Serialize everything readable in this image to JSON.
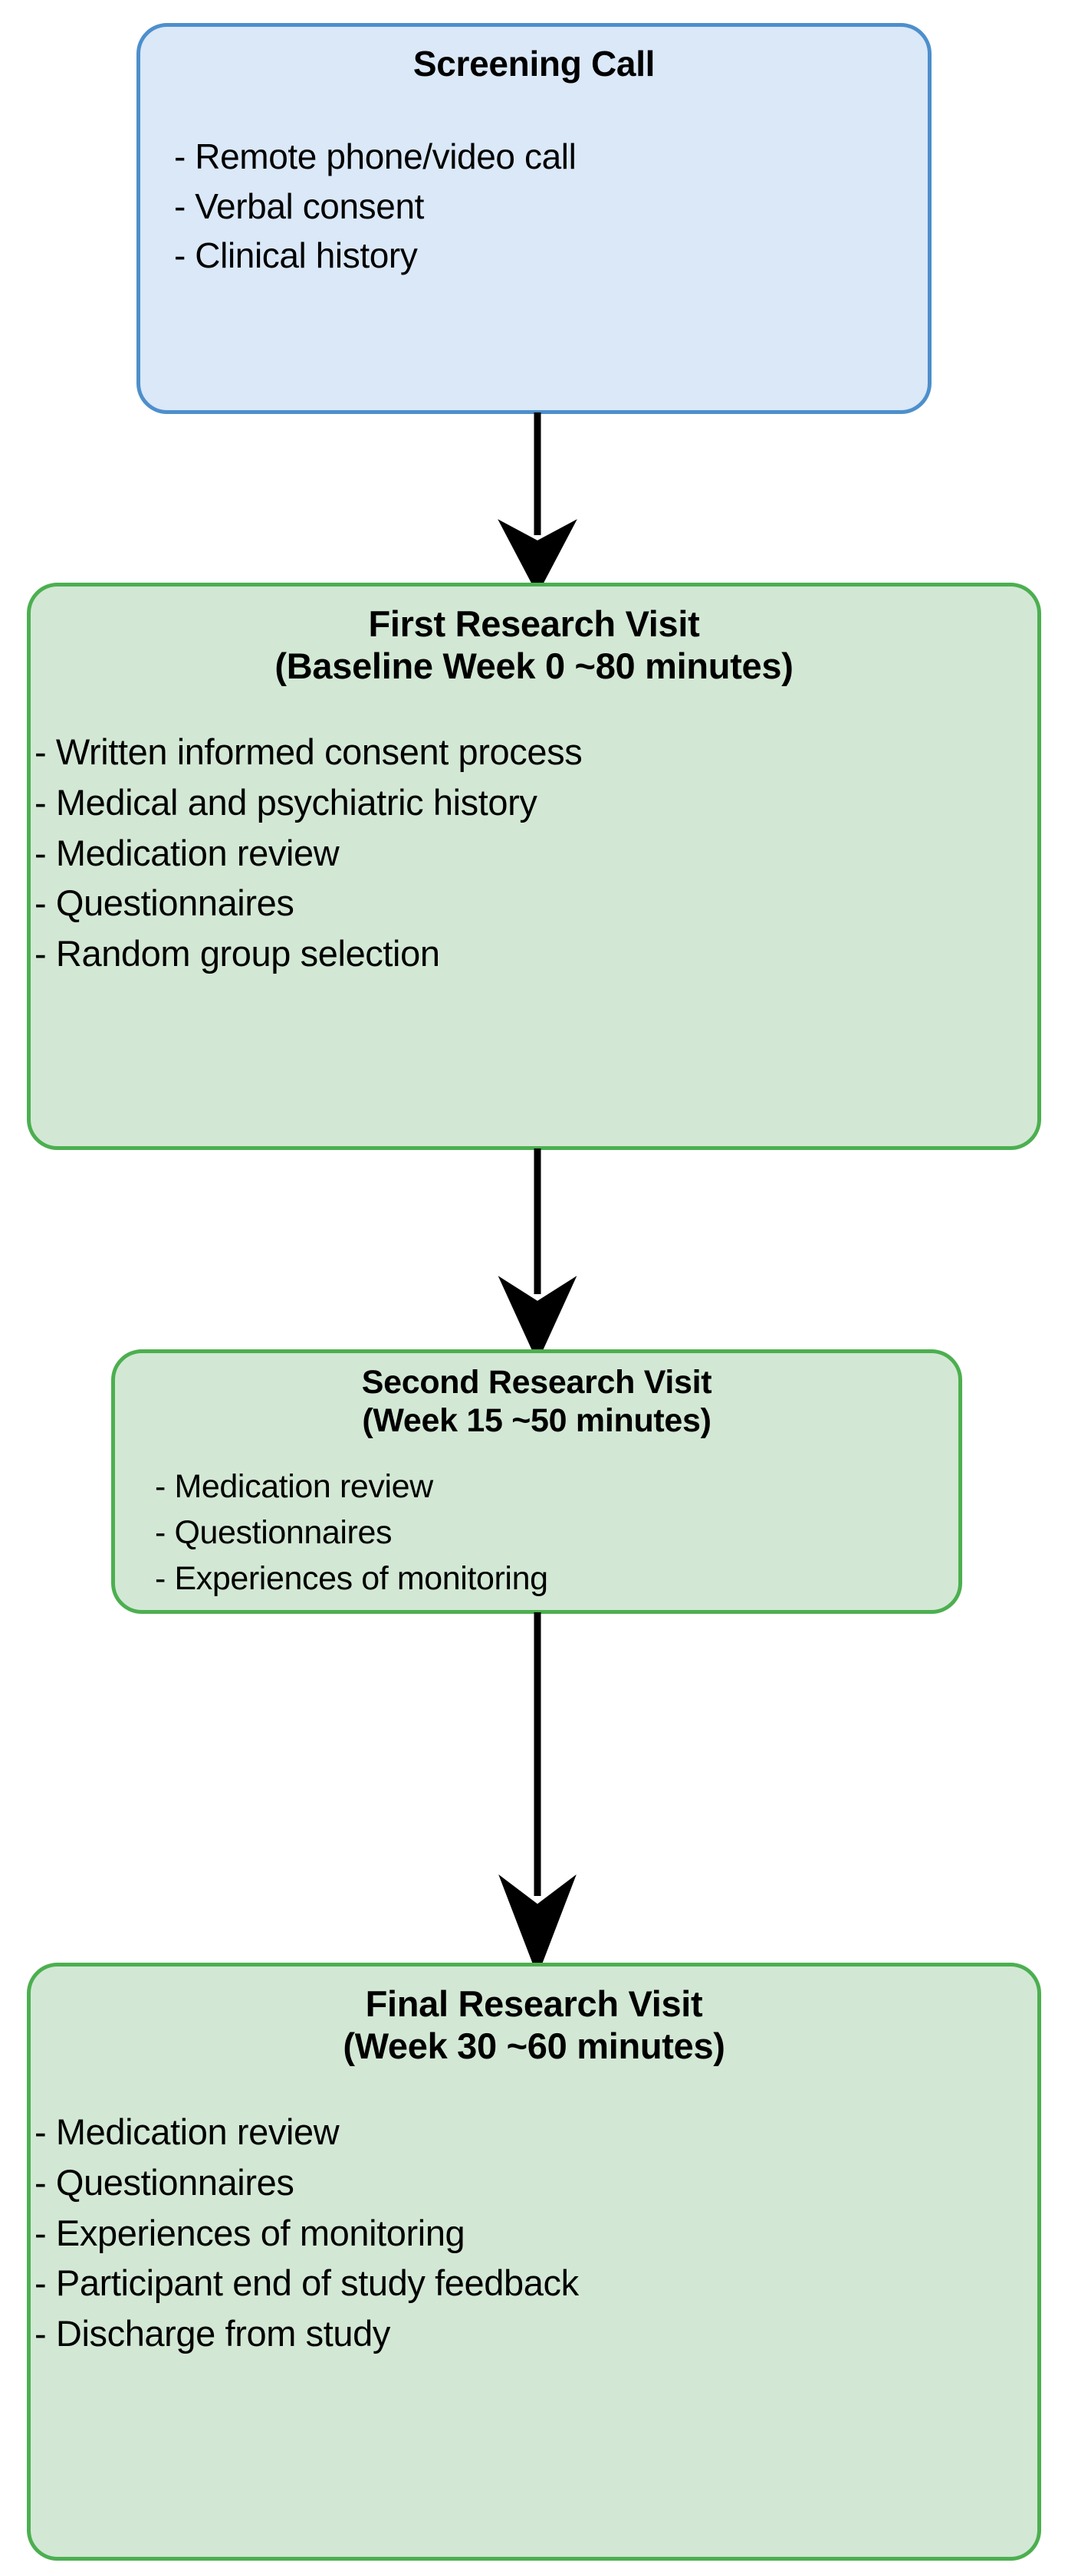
{
  "diagram": {
    "type": "flowchart",
    "orientation": "vertical",
    "colors": {
      "screening_fill": "#dae8f8",
      "screening_border": "#4d8fcc",
      "visit_fill": "#d2e8d4",
      "visit_border": "#4caf50",
      "arrow": "#000000",
      "text": "#000000",
      "background": "#ffffff"
    },
    "nodes": [
      {
        "id": "screening-call",
        "title": "Screening Call",
        "style": "blue",
        "items": [
          "- Remote phone/video call",
          "- Verbal consent",
          "- Clinical history"
        ]
      },
      {
        "id": "first-visit",
        "title": "First Research Visit\n(Baseline Week 0 ~80 minutes)",
        "style": "green",
        "items": [
          "- Written informed consent process",
          "- Medical and psychiatric history",
          "- Medication review",
          "- Questionnaires",
          "- Random group selection"
        ]
      },
      {
        "id": "second-visit",
        "title": "Second Research Visit\n(Week 15 ~50 minutes)",
        "style": "green",
        "items": [
          "- Medication review",
          "- Questionnaires",
          "- Experiences of monitoring"
        ]
      },
      {
        "id": "final-visit",
        "title": "Final Research Visit\n(Week 30 ~60 minutes)",
        "style": "green",
        "items": [
          "- Medication review",
          "- Questionnaires",
          "- Experiences of monitoring",
          "- Participant end of study feedback",
          "- Discharge from study"
        ]
      }
    ],
    "edges": [
      {
        "id": "arrow-1",
        "from": "screening-call",
        "to": "first-visit",
        "label": ""
      },
      {
        "id": "arrow-2",
        "from": "first-visit",
        "to": "second-visit",
        "label": ""
      },
      {
        "id": "arrow-3",
        "from": "second-visit",
        "to": "final-visit",
        "label": ""
      }
    ]
  }
}
